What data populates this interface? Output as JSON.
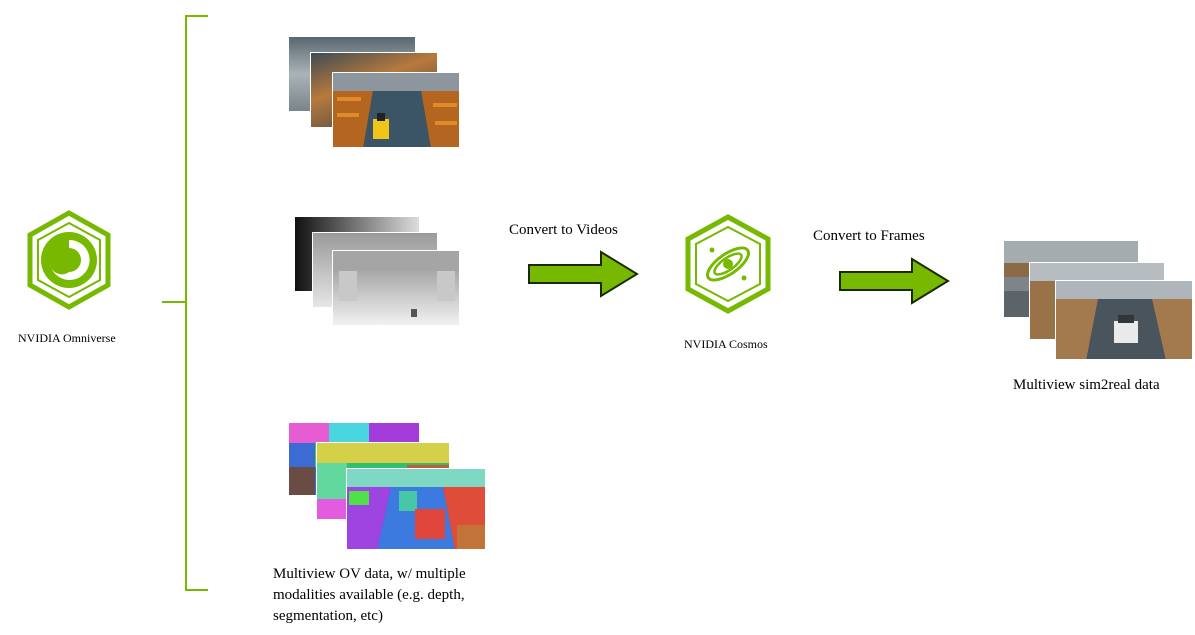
{
  "colors": {
    "accent_green": "#76b900",
    "arrow_green": "#76b900",
    "arrow_outline": "#1a2a00",
    "text": "#000000"
  },
  "nodes": {
    "omniverse": {
      "label": "NVIDIA Omniverse",
      "icon": "omniverse-logo-icon"
    },
    "cosmos": {
      "label": "NVIDIA Cosmos",
      "icon": "cosmos-logo-icon"
    },
    "ov_data": {
      "label_lines": [
        "Multiview OV data, w/ multiple",
        "modalities available (e.g. depth,",
        "segmentation, etc)"
      ]
    },
    "output": {
      "label": "Multiview sim2real data"
    }
  },
  "edges": {
    "to_videos": {
      "label": "Convert to Videos"
    },
    "to_frames": {
      "label": "Convert to Frames"
    }
  },
  "modalities": [
    {
      "name": "rgb",
      "icon": "warehouse-rgb-frames"
    },
    {
      "name": "depth",
      "icon": "warehouse-depth-frames"
    },
    {
      "name": "segmentation",
      "icon": "warehouse-segmentation-frames"
    }
  ]
}
